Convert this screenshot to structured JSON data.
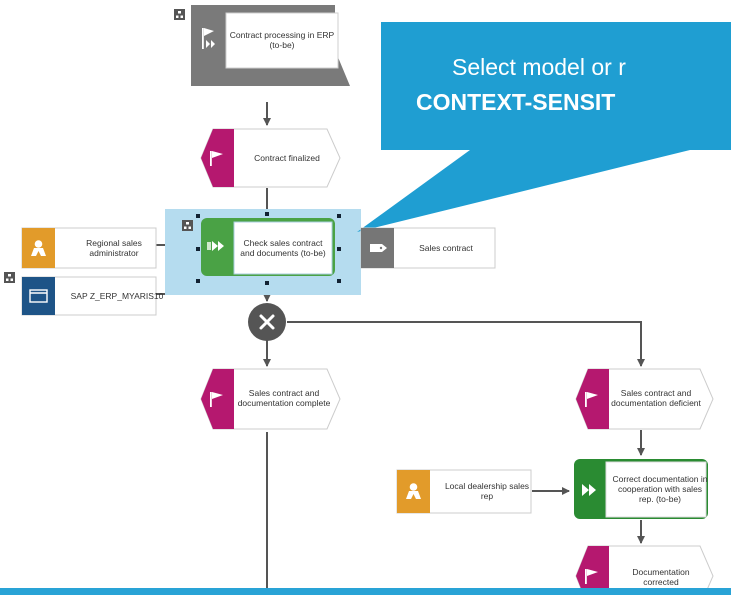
{
  "callout": {
    "line1": "Select model or r",
    "line2": "CONTEXT-SENSIT",
    "color": "#1f9ed2"
  },
  "process_interface": {
    "label": "Contract processing in ERP (to-be)"
  },
  "events": {
    "contract_finalized": "Contract finalized",
    "complete": "Sales contract and documentation complete",
    "deficient": "Sales contract and documentation deficient",
    "corrected": "Documentation corrected"
  },
  "functions": {
    "check": "Check sales contract and documents (to-be)",
    "correct": "Correct documentation in cooperation with sales rep. (to-be)"
  },
  "roles": {
    "regional": "Regional sales administrator",
    "local": "Local dealership sales rep"
  },
  "systems": {
    "sap": "SAP Z_ERP_MYARIS10"
  },
  "documents": {
    "sales_contract": "Sales contract"
  },
  "colors": {
    "event": "#b5186f",
    "function": "#4aa245",
    "role": "#e29b2a",
    "system": "#1e5487",
    "document": "#767676",
    "interface": "#7a7a7a",
    "selection": "#b5dcef",
    "connector": "#555555"
  },
  "icons": {
    "interface": "flag-forward-icon",
    "event": "flag-icon",
    "function": "fast-forward-icon",
    "role": "person-icon",
    "system": "window-icon",
    "document": "tag-icon",
    "assignment": "hierarchy-icon",
    "xor": "close-icon"
  }
}
